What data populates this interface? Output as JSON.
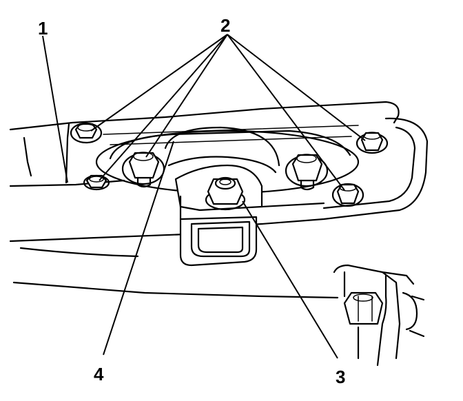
{
  "figure": {
    "callouts": [
      {
        "id": "1",
        "label": "1"
      },
      {
        "id": "2",
        "label": "2"
      },
      {
        "id": "3",
        "label": "3"
      },
      {
        "id": "4",
        "label": "4"
      }
    ],
    "colors": {
      "line": "#000000",
      "background": "#ffffff"
    }
  }
}
